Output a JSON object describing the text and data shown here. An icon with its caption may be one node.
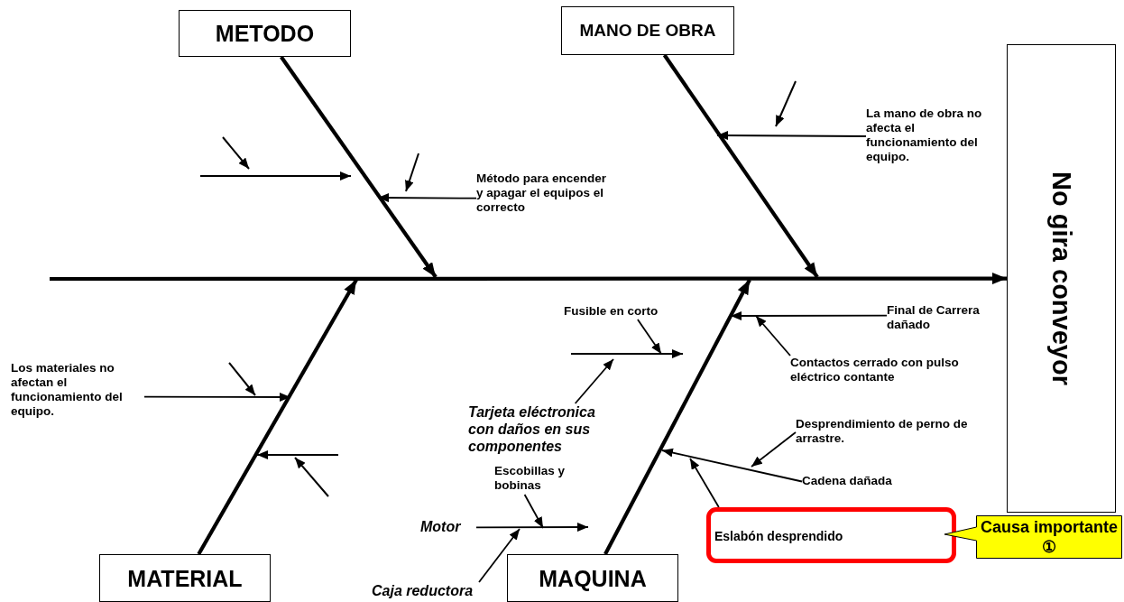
{
  "diagram": {
    "nodes": [
      {
        "text": [
          "METODO"
        ]
      },
      {
        "text": [
          "MANO DE OBRA"
        ]
      },
      {
        "text": [
          "No gira conveyor"
        ]
      },
      {
        "text": [
          "MATERIAL"
        ]
      },
      {
        "text": [
          "MAQUINA"
        ]
      },
      {
        "text": [
          "Método para encender y apagar el equipos el correcto"
        ]
      },
      {
        "text": [
          "La mano de obra no afecta el funcionamiento del equipo."
        ]
      },
      {
        "text": [
          "Los materiales no afectan el funcionamiento del equipo."
        ]
      },
      {
        "text": [
          "Fusible en corto"
        ]
      },
      {
        "text": [
          "Tarjeta eléctronica con daños en sus componentes"
        ]
      },
      {
        "text": [
          "Final de Carrera dañado"
        ]
      },
      {
        "text": [
          "Contactos cerrado con pulso eléctrico contante"
        ]
      },
      {
        "text": [
          "Desprendimiento de perno de arrastre."
        ]
      },
      {
        "text": [
          "Cadena  dañada"
        ]
      },
      {
        "text": [
          "Eslabón desprendido"
        ]
      },
      {
        "text": [
          "Causa importante ①"
        ]
      },
      {
        "text": [
          "Escobillas y bobinas"
        ]
      },
      {
        "text": [
          "Motor"
        ]
      },
      {
        "text": [
          "Caja reductora"
        ]
      }
    ],
    "edges": [
      {
        "from": null,
        "to": 2,
        "arrow": "to",
        "style": "thick"
      },
      {
        "from": 0,
        "to": null,
        "arrow": "to",
        "style": "thick"
      },
      {
        "from": 1,
        "to": null,
        "arrow": "to",
        "style": "thick"
      },
      {
        "from": 3,
        "to": null,
        "arrow": "to",
        "style": "thick"
      },
      {
        "from": 4,
        "to": null,
        "arrow": "to",
        "style": "thick"
      },
      {
        "from": 5,
        "to": null,
        "arrow": "to"
      },
      {
        "from": 6,
        "to": null,
        "arrow": "to"
      },
      {
        "from": 7,
        "to": null,
        "arrow": "to"
      },
      {
        "from": 8,
        "to": null,
        "arrow": "to"
      },
      {
        "from": 9,
        "to": null,
        "arrow": "to"
      },
      {
        "from": 10,
        "to": null,
        "arrow": "to"
      },
      {
        "from": 11,
        "to": null,
        "arrow": "to"
      },
      {
        "from": 12,
        "to": null,
        "arrow": "to"
      },
      {
        "from": 13,
        "to": null,
        "arrow": "to"
      },
      {
        "from": 14,
        "to": null,
        "arrow": "to"
      },
      {
        "from": 17,
        "to": 4,
        "arrow": "to"
      },
      {
        "from": 16,
        "to": 4,
        "arrow": "to"
      },
      {
        "from": 18,
        "to": 4,
        "arrow": "to"
      }
    ]
  }
}
